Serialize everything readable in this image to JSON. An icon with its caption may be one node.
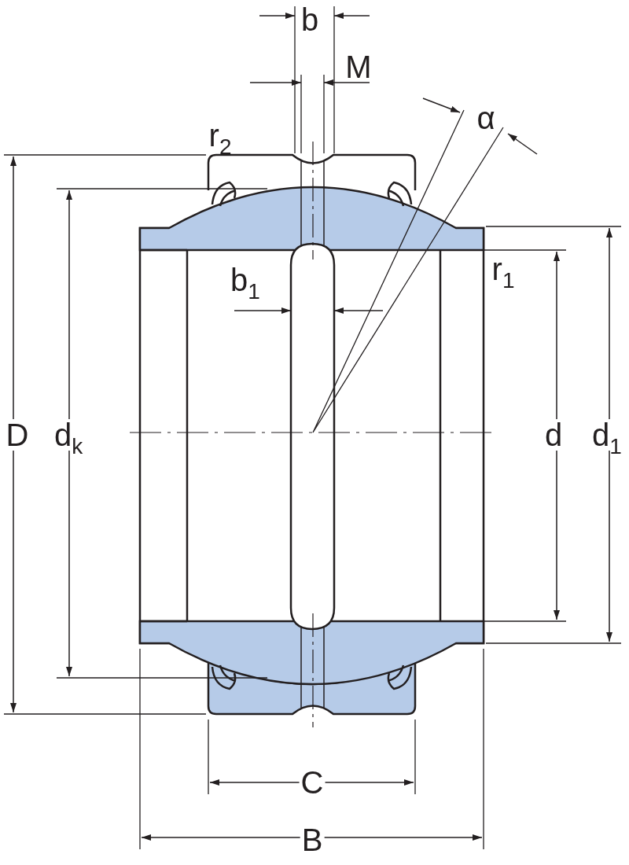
{
  "diagram": {
    "labels": [
      "b",
      "M",
      "α",
      "r$_{2}$",
      "b$_{1}$",
      "r$_{1}$",
      "D",
      "d$_{k}$",
      "d",
      "d$_{1}$",
      "C",
      "B"
    ]
  }
}
